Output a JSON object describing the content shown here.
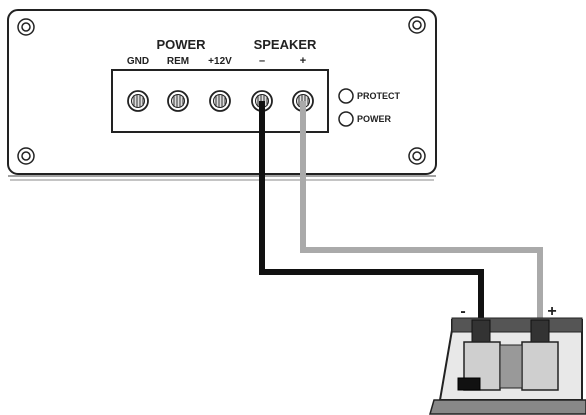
{
  "amp": {
    "power_group_label": "POWER",
    "speaker_group_label": "SPEAKER",
    "terminals": [
      {
        "label": "GND"
      },
      {
        "label": "REM"
      },
      {
        "label": "+12V"
      },
      {
        "label": "–"
      },
      {
        "label": "+"
      }
    ],
    "indicators": [
      {
        "label": "PROTECT"
      },
      {
        "label": "POWER"
      }
    ]
  },
  "speaker": {
    "neg_label": "-",
    "pos_label": "+"
  },
  "colors": {
    "outline": "#222222",
    "neg_wire": "#111111",
    "pos_wire": "#aaaaaa"
  }
}
